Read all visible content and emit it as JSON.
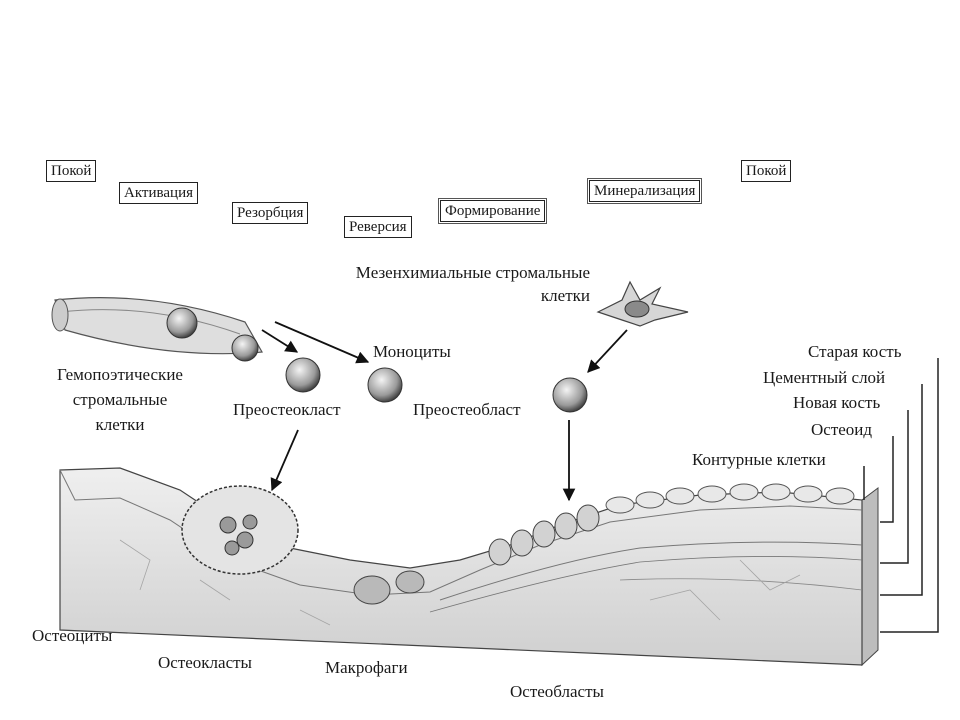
{
  "phases": {
    "rest1": "Покой",
    "activation": "Активация",
    "resorption": "Резорбция",
    "reversal": "Реверсия",
    "formation": "Формирование",
    "mineralization": "Минерализация",
    "rest2": "Покой"
  },
  "labels": {
    "mesenchymal_line1": "Мезенхимиальные стромальные",
    "mesenchymal_line2": "клетки",
    "monocytes": "Моноциты",
    "hematopoietic_line1": "Гемопоэтические",
    "hematopoietic_line2": "стромальные",
    "hematopoietic_line3": "клетки",
    "preosteoclast": "Преостеокласт",
    "preosteoblast": "Преостеобласт",
    "old_bone": "Старая кость",
    "cement_layer": "Цементный слой",
    "new_bone": "Новая кость",
    "osteoid": "Остеоид",
    "contour_cells": "Контурные клетки",
    "osteocytes": "Остеоциты",
    "osteoclasts": "Остеокласты",
    "macrophages": "Макрофаги",
    "osteoblasts": "Остеобласты"
  }
}
